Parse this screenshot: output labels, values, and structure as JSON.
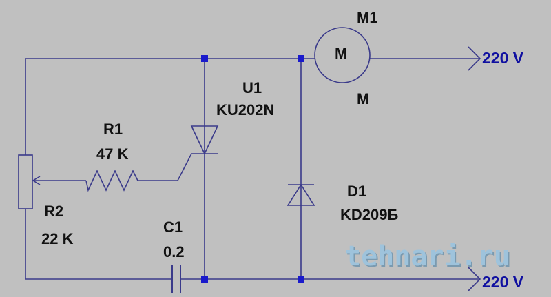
{
  "labels": {
    "motor_ref": "M1",
    "motor_symbol": "M",
    "motor_value": "M",
    "thyristor_ref": "U1",
    "thyristor_value": "KU202N",
    "r1_ref": "R1",
    "r1_value": "47 K",
    "r2_ref": "R2",
    "r2_value": "22 K",
    "c1_ref": "C1",
    "c1_value": "0.2",
    "d1_ref": "D1",
    "d1_value": "KD209Б",
    "supply_top": "220 V",
    "supply_bottom": "220 V"
  },
  "watermark": "tehnari.ru",
  "colors": {
    "background": "#c0c0c0",
    "wire": "#3a3a8a",
    "junction": "#1a1acc",
    "supply_label": "#1010a0"
  }
}
